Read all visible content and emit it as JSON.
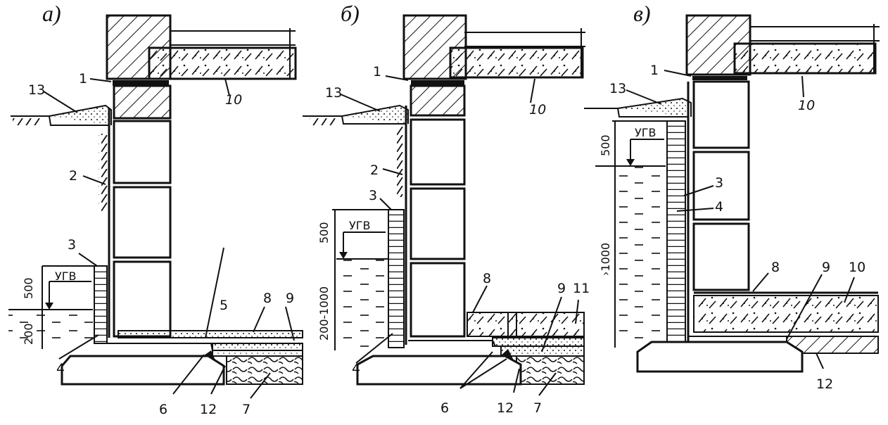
{
  "panels": [
    {
      "title": "а)",
      "labels": {
        "n1": "1",
        "n2": "2",
        "n3": "3",
        "n4": "4",
        "n5": "5",
        "n6": "6",
        "n7": "7",
        "n8": "8",
        "n9": "9",
        "n10": "10",
        "n12": "12",
        "n13": "13"
      },
      "ugv": "УГВ",
      "dim_top": "500",
      "dim_bottom": "200"
    },
    {
      "title": "б)",
      "labels": {
        "n1": "1",
        "n2": "2",
        "n3": "3",
        "n4": "4",
        "n6": "6",
        "n7": "7",
        "n8": "8",
        "n9": "9",
        "n10": "10",
        "n11": "11",
        "n12": "12",
        "n13": "13"
      },
      "ugv": "УГВ",
      "dim_top": "500",
      "dim_bottom": "200-1000"
    },
    {
      "title": "в)",
      "labels": {
        "n1": "1",
        "n3": "3",
        "n4": "4",
        "n8": "8",
        "n9": "9",
        "n10a": "10",
        "n10b": "10",
        "n12": "12",
        "n13": "13"
      },
      "ugv": "УГВ",
      "dim_top": "500",
      "dim_bottom": "›1000"
    }
  ]
}
